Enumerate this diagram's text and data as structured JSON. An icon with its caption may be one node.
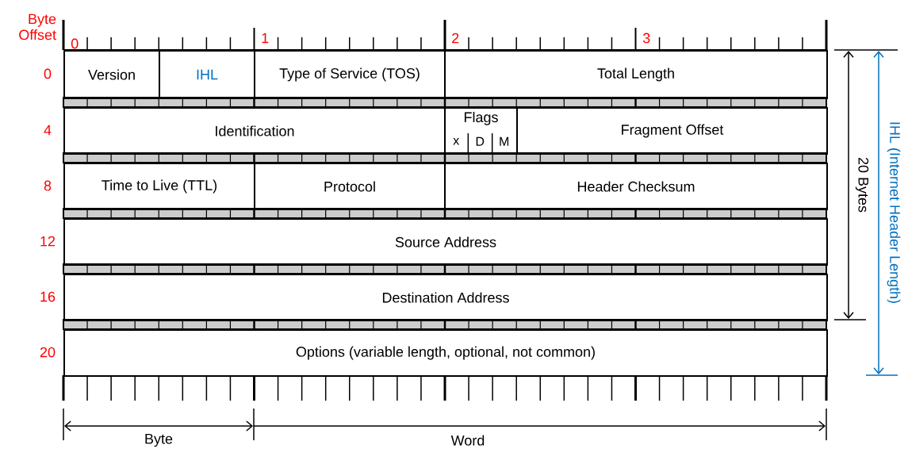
{
  "diagram": {
    "nodes": [
      {
        "text": [
          "Version"
        ]
      },
      {
        "text": [
          "IHL"
        ]
      },
      {
        "text": [
          "Type of Service (TOS)"
        ]
      },
      {
        "text": [
          "Total Length"
        ]
      },
      {
        "text": [
          "Identification"
        ]
      },
      {
        "text": [
          "Flags"
        ]
      },
      {
        "text": [
          "x"
        ],
        "in": 5
      },
      {
        "text": [
          "D"
        ],
        "in": 5
      },
      {
        "text": [
          "M"
        ],
        "in": 5
      },
      {
        "text": [
          "Fragment Offset"
        ]
      },
      {
        "text": [
          "Time to Live (TTL)"
        ]
      },
      {
        "text": [
          "Protocol"
        ]
      },
      {
        "text": [
          "Header Checksum"
        ]
      },
      {
        "text": [
          "Source Address"
        ]
      },
      {
        "text": [
          "Destination Address"
        ]
      },
      {
        "text": [
          "Options (variable length, optional, not common)"
        ]
      }
    ],
    "labels": [
      "Byte Offset",
      "0",
      "1",
      "2",
      "3",
      "0",
      "4",
      "8",
      "12",
      "16",
      "20",
      "20 Bytes",
      "IHL (Internet Header Length)",
      "Byte",
      "Word"
    ]
  }
}
